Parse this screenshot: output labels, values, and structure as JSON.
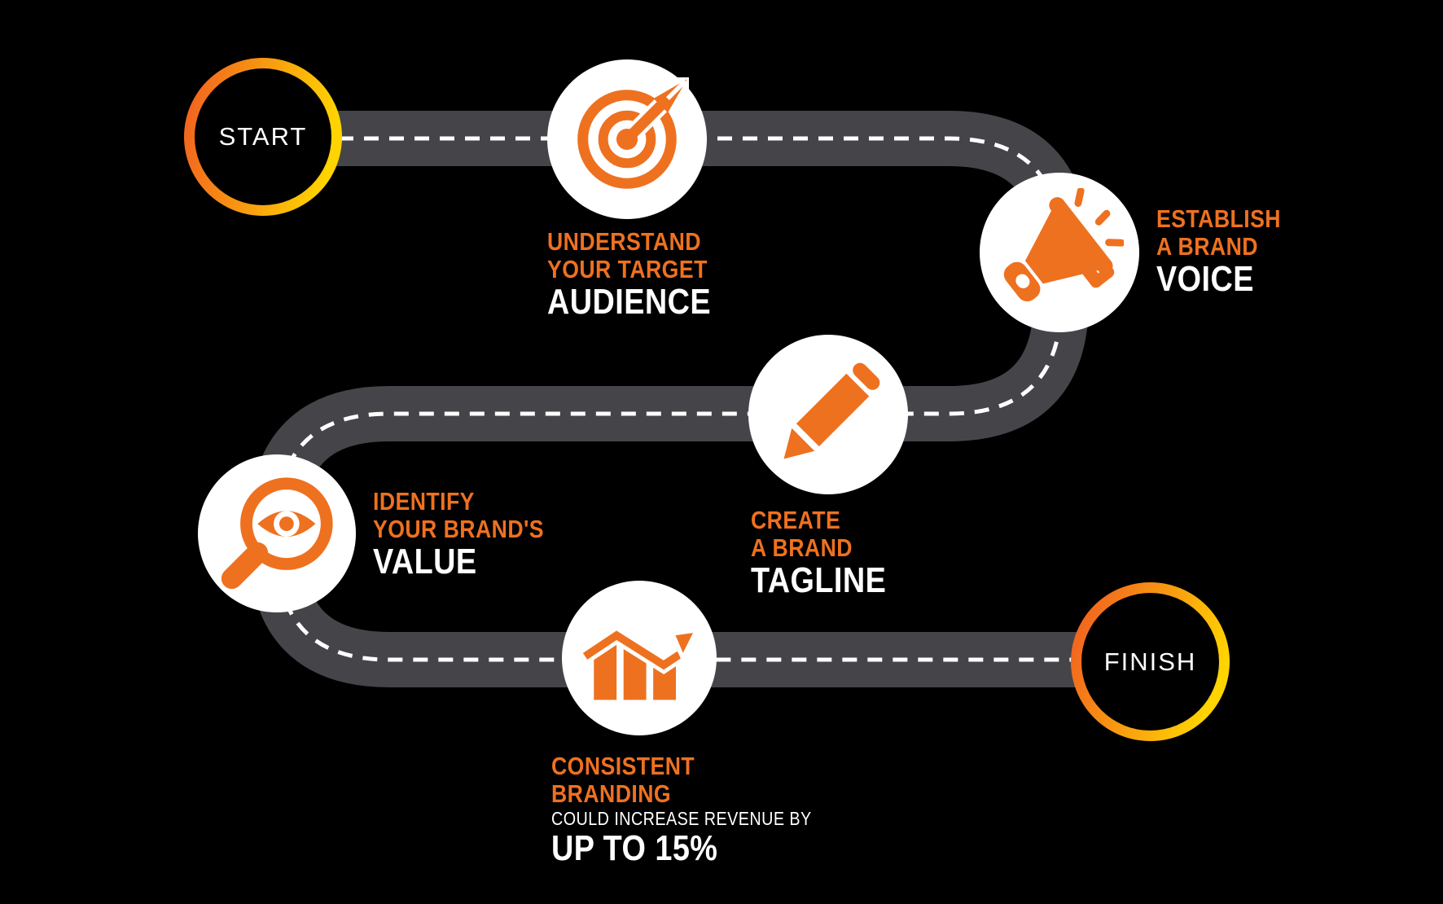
{
  "colors": {
    "background": "#000000",
    "orange": "#EE7120",
    "road": "#454549",
    "dash": "#FFFFFF",
    "ring_from": "#F2671F",
    "ring_to": "#FFD400"
  },
  "start_badge": {
    "label": "START"
  },
  "finish_badge": {
    "label": "FINISH"
  },
  "steps": [
    {
      "id": "audience",
      "icon": "target-dart-icon",
      "accent_lines": [
        "UNDERSTAND",
        "YOUR TARGET"
      ],
      "emphasis": "AUDIENCE"
    },
    {
      "id": "voice",
      "icon": "megaphone-icon",
      "accent_lines": [
        "ESTABLISH",
        "A BRAND"
      ],
      "emphasis": "VOICE"
    },
    {
      "id": "tagline",
      "icon": "pencil-icon",
      "accent_lines": [
        "CREATE",
        "A BRAND"
      ],
      "emphasis": "TAGLINE"
    },
    {
      "id": "value",
      "icon": "magnifier-eye-icon",
      "accent_lines": [
        "IDENTIFY",
        "YOUR BRAND'S"
      ],
      "emphasis": "VALUE"
    },
    {
      "id": "branding",
      "icon": "bar-chart-arrow-icon",
      "accent_lines": [
        "CONSISTENT",
        "BRANDING"
      ],
      "small_line": "COULD INCREASE REVENUE BY",
      "emphasis": "UP TO 15%"
    }
  ]
}
